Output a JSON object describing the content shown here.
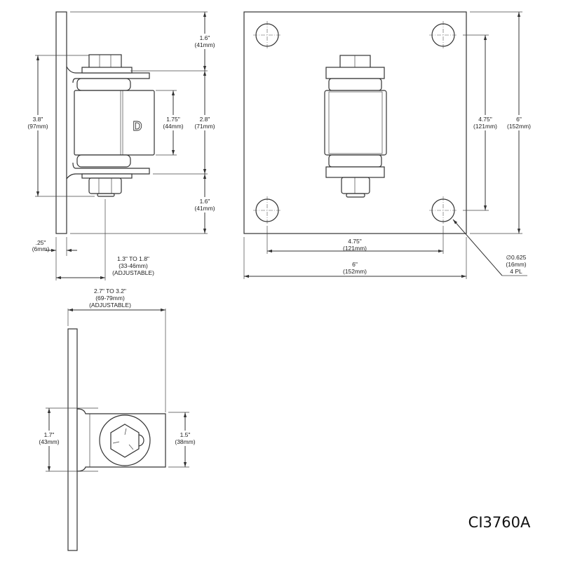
{
  "part_number": "CI3760A",
  "logo_letter": "D",
  "side_view": {
    "top_offset": {
      "in": "1.6\"",
      "mm": "(41mm)"
    },
    "bracket_spacing": {
      "in": "2.8\"",
      "mm": "(71mm)"
    },
    "bottom_offset": {
      "in": "1.6\"",
      "mm": "(41mm)"
    },
    "overall_height": {
      "in": "3.8\"",
      "mm": "(97mm)"
    },
    "body_height": {
      "in": "1.75\"",
      "mm": "(44mm)"
    },
    "plate_thickness": {
      "in": ".25\"",
      "mm": "(6mm)"
    },
    "offset": {
      "in": "1.3\" TO 1.8\"",
      "mm": "(33-46mm)",
      "note": "(ADJUSTABLE)"
    }
  },
  "front_view": {
    "hole_spacing_vertical": {
      "in": "4.75\"",
      "mm": "(121mm)"
    },
    "plate_height": {
      "in": "6\"",
      "mm": "(152mm)"
    },
    "hole_spacing_horizontal": {
      "in": "4.75\"",
      "mm": "(121mm)"
    },
    "plate_width": {
      "in": "6\"",
      "mm": "(152mm)"
    },
    "hole_callout": {
      "dia": "∅0.625",
      "mm": "(16mm)",
      "qty": "4 PL"
    }
  },
  "top_view": {
    "projection": {
      "in": "2.7\" TO 3.2\"",
      "mm": "(69-79mm)",
      "note": "(ADJUSTABLE)"
    },
    "bracket_width": {
      "in": "1.7\"",
      "mm": "(43mm)"
    },
    "body_width": {
      "in": "1.5\"",
      "mm": "(38mm)"
    }
  }
}
